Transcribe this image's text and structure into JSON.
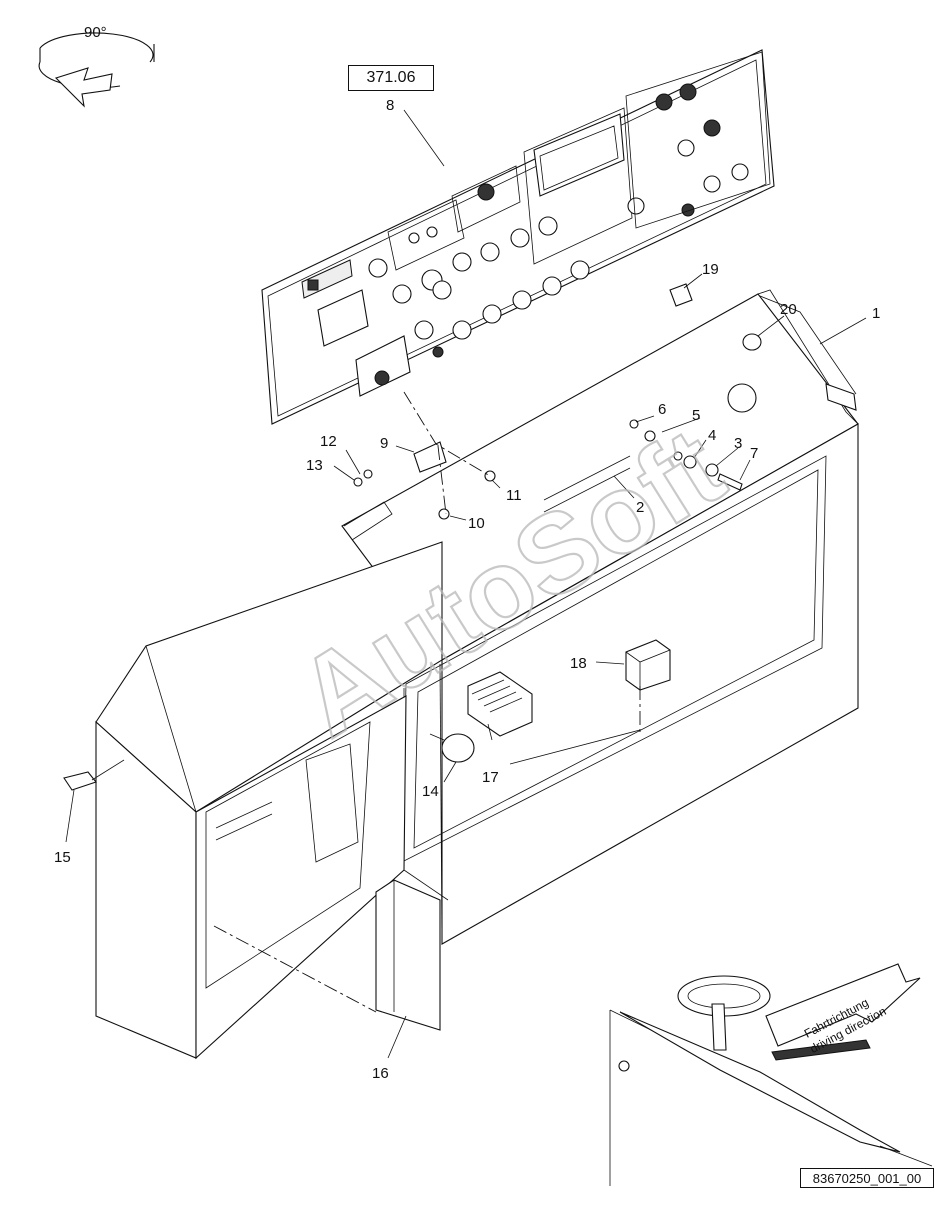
{
  "rotation_label": "90°",
  "reference_number": "371.06",
  "drawing_code": "83670250_001_00",
  "watermark": "AutoSoft",
  "direction_label_de": "Fahrtrichtung",
  "direction_label_en": "driving direction",
  "callouts": {
    "c1": "1",
    "c2": "2",
    "c3": "3",
    "c4": "4",
    "c5": "5",
    "c6": "6",
    "c7": "7",
    "c8": "8",
    "c9": "9",
    "c10": "10",
    "c11": "11",
    "c12": "12",
    "c13": "13",
    "c14": "14",
    "c15": "15",
    "c16": "16",
    "c17": "17",
    "c18": "18",
    "c19": "19",
    "c20": "20"
  }
}
